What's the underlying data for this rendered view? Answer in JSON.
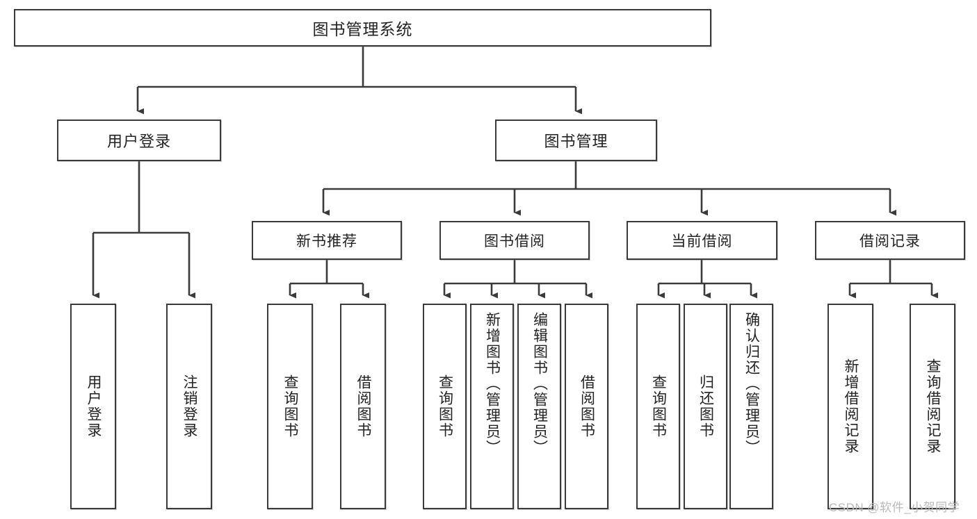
{
  "diagram": {
    "type": "tree-hierarchy-chart",
    "title": "图书管理系统",
    "watermark": "CSDN @软件_小贺同学",
    "stroke_color": "#3a3a3a",
    "text_color": "#222222",
    "background": "#ffffff"
  },
  "nodes": {
    "root": {
      "label": "图书管理系统"
    },
    "level1": [
      {
        "label": "用户登录"
      },
      {
        "label": "图书管理"
      }
    ],
    "level2": [
      {
        "label": "新书推荐"
      },
      {
        "label": "图书借阅"
      },
      {
        "label": "当前借阅"
      },
      {
        "label": "借阅记录"
      }
    ],
    "leaves": {
      "user_login": [
        {
          "label": "用户登录"
        },
        {
          "label": "注销登录"
        }
      ],
      "new_book_recommend": [
        {
          "label": "查询图书"
        },
        {
          "label": "借阅图书"
        }
      ],
      "book_borrow": [
        {
          "label": "查询图书"
        },
        {
          "label": "新增图书（管理员）"
        },
        {
          "label": "编辑图书（管理员）"
        },
        {
          "label": "借阅图书"
        }
      ],
      "current_borrow": [
        {
          "label": "查询图书"
        },
        {
          "label": "归还图书"
        },
        {
          "label": "确认归还（管理员）"
        }
      ],
      "borrow_record": [
        {
          "label": "新增借阅记录"
        },
        {
          "label": "查询借阅记录"
        }
      ]
    }
  }
}
